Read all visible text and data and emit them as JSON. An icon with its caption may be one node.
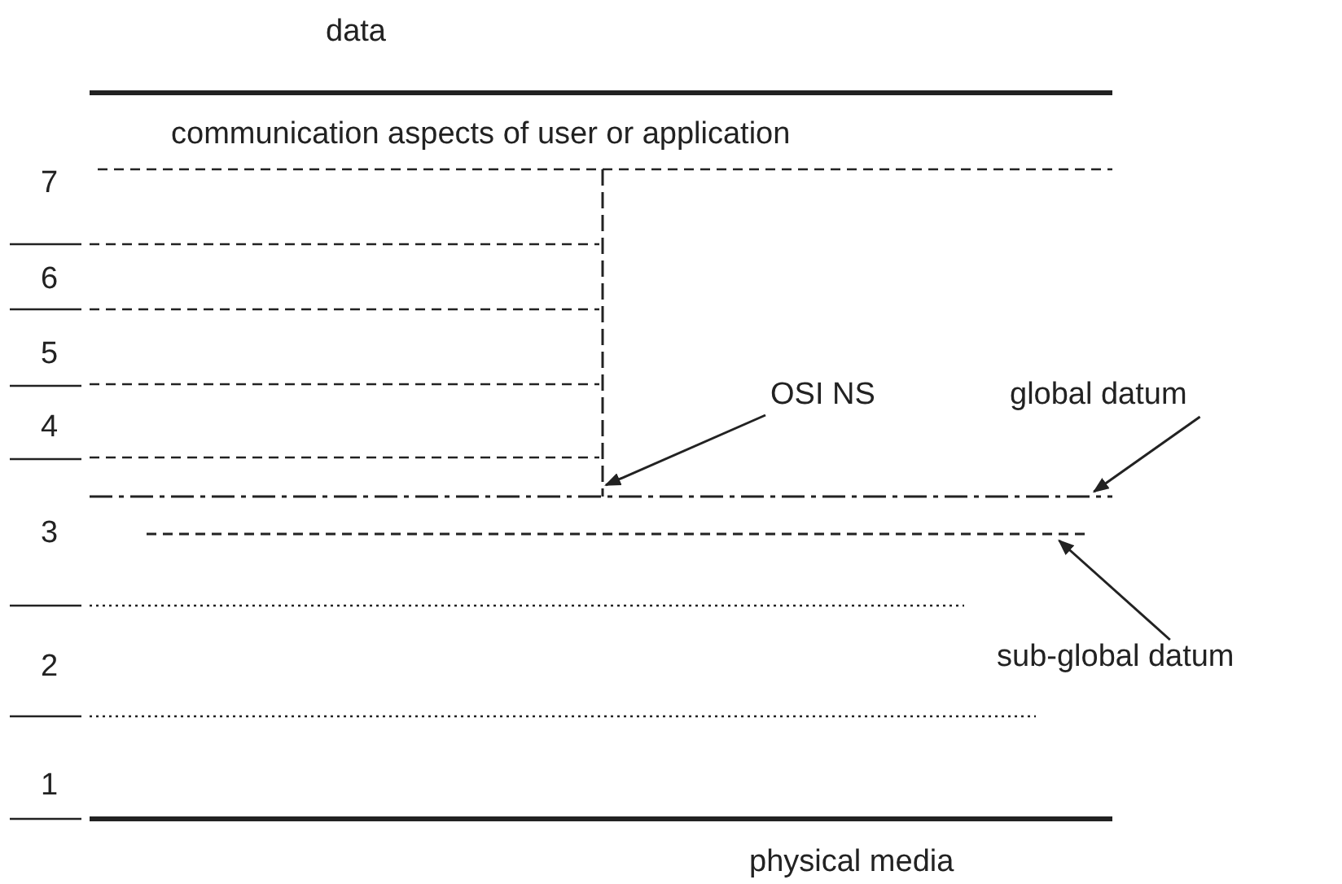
{
  "diagram": {
    "nodes": [
      {
        "text": [
          "OSI NS"
        ]
      },
      {
        "text": [],
        "shape": "line"
      },
      {
        "text": [
          "global datum"
        ]
      },
      {
        "text": [],
        "shape": "line"
      },
      {
        "text": [
          "sub-global datum"
        ]
      },
      {
        "text": [],
        "shape": "line"
      }
    ],
    "edges": [
      {
        "from": 0,
        "to": 1,
        "arrow": "to"
      },
      {
        "from": 2,
        "to": 3,
        "arrow": "to"
      },
      {
        "from": 4,
        "to": 5,
        "arrow": "to"
      }
    ],
    "labels": [
      "data",
      "communication aspects of user or application",
      "7",
      "6",
      "5",
      "4",
      "3",
      "2",
      "1",
      "physical media"
    ]
  }
}
